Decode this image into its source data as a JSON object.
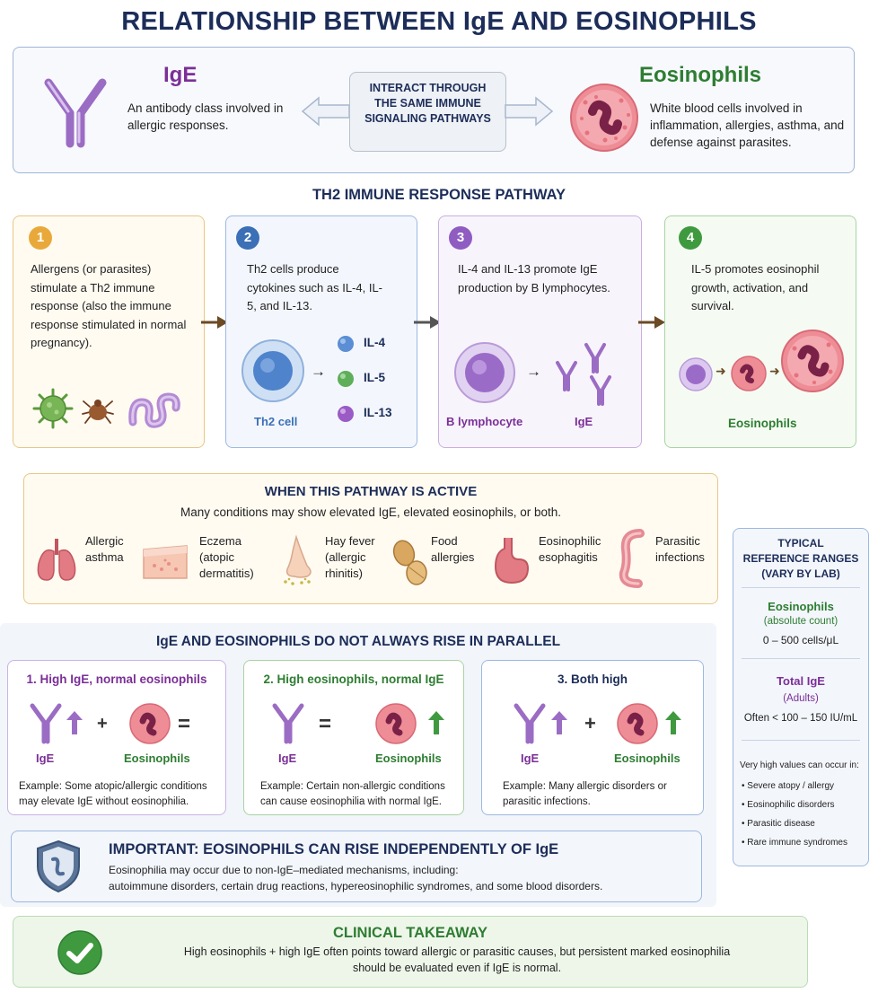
{
  "title": "RELATIONSHIP BETWEEN IgE AND EOSINOPHILS",
  "top": {
    "ige_title": "IgE",
    "ige_desc": "An antibody class involved in allergic responses.",
    "interact": "INTERACT THROUGH THE SAME IMMUNE SIGNALING PATHWAYS",
    "eos_title": "Eosinophils",
    "eos_desc": "White blood cells involved in inflammation, allergies, asthma, and defense against parasites."
  },
  "pathway": {
    "title": "TH2 IMMUNE RESPONSE PATHWAY",
    "steps": [
      {
        "num": "1",
        "text": "Allergens (or parasites) stimulate a Th2 immune response (also the immune response stimulated in normal pregnancy)."
      },
      {
        "num": "2",
        "text": "Th2 cells produce cytokines such as IL-4, IL-5, and IL-13.",
        "cell_label": "Th2 cell",
        "cytokines": [
          "IL-4",
          "IL-5",
          "IL-13"
        ]
      },
      {
        "num": "3",
        "text": "IL-4 and IL-13 promote IgE production by B lymphocytes.",
        "cell_label": "B lymphocyte",
        "product_label": "IgE"
      },
      {
        "num": "4",
        "text": "IL-5 promotes eosinophil growth, activation, and survival.",
        "product_label": "Eosinophils"
      }
    ]
  },
  "active": {
    "title": "WHEN THIS PATHWAY IS ACTIVE",
    "subtitle": "Many conditions may show elevated IgE, elevated eosinophils, or both.",
    "conditions": [
      {
        "label": "Allergic asthma",
        "icon": "lungs-icon"
      },
      {
        "label": "Eczema (atopic dermatitis)",
        "icon": "skin-icon"
      },
      {
        "label": "Hay fever (allergic rhinitis)",
        "icon": "nose-icon"
      },
      {
        "label": "Food allergies",
        "icon": "peanut-icon"
      },
      {
        "label": "Eosinophilic esophagitis",
        "icon": "stomach-icon"
      },
      {
        "label": "Parasitic infections",
        "icon": "worm-icon"
      }
    ]
  },
  "parallel": {
    "title": "IgE AND EOSINOPHILS DO NOT ALWAYS RISE IN PARALLEL",
    "cases": [
      {
        "title": "1. High IgE, normal eosinophils",
        "left": "IgE",
        "right": "Eosinophils",
        "op1": "+",
        "op2": "=",
        "example": "Example: Some atopic/allergic conditions may elevate IgE without eosinophilia."
      },
      {
        "title": "2. High eosinophils, normal IgE",
        "left": "IgE",
        "right": "Eosinophils",
        "op1": "=",
        "example": "Example: Certain non-allergic conditions can cause eosinophilia with normal IgE."
      },
      {
        "title": "3. Both high",
        "left": "IgE",
        "right": "Eosinophils",
        "op1": "+",
        "example": "Example: Many allergic disorders or parasitic infections."
      }
    ]
  },
  "important": {
    "title": "IMPORTANT: EOSINOPHILS CAN RISE INDEPENDENTLY OF IgE",
    "line1": "Eosinophilia may occur due to non-IgE–mediated mechanisms, including:",
    "line2": "autoimmune disorders, certain drug reactions, hypereosinophilic syndromes, and some blood disorders."
  },
  "takeaway": {
    "title": "CLINICAL TAKEAWAY",
    "line1": "High eosinophils + high IgE often points toward allergic or parasitic causes, but persistent marked eosinophilia",
    "line2": "should be evaluated even if IgE is normal."
  },
  "reference": {
    "title1": "TYPICAL",
    "title2": "REFERENCE RANGES",
    "title3": "(VARY BY LAB)",
    "eos_label": "Eosinophils",
    "eos_sub": "(absolute count)",
    "eos_range": "0 – 500 cells/μL",
    "ige_label": "Total IgE",
    "ige_sub": "(Adults)",
    "ige_range": "Often < 100 – 150 IU/mL",
    "note": "Very high values can occur in:",
    "items": [
      "Severe atopy / allergy",
      "Eosinophilic disorders",
      "Parasitic disease",
      "Rare immune syndromes"
    ]
  },
  "colors": {
    "navy": "#1c2d59",
    "purple": "#7b2f97",
    "green": "#2e7d32",
    "step1": "#e8a93a",
    "step2": "#3b6fb6",
    "step3": "#8f5cc2",
    "step4": "#3f9a3f"
  }
}
